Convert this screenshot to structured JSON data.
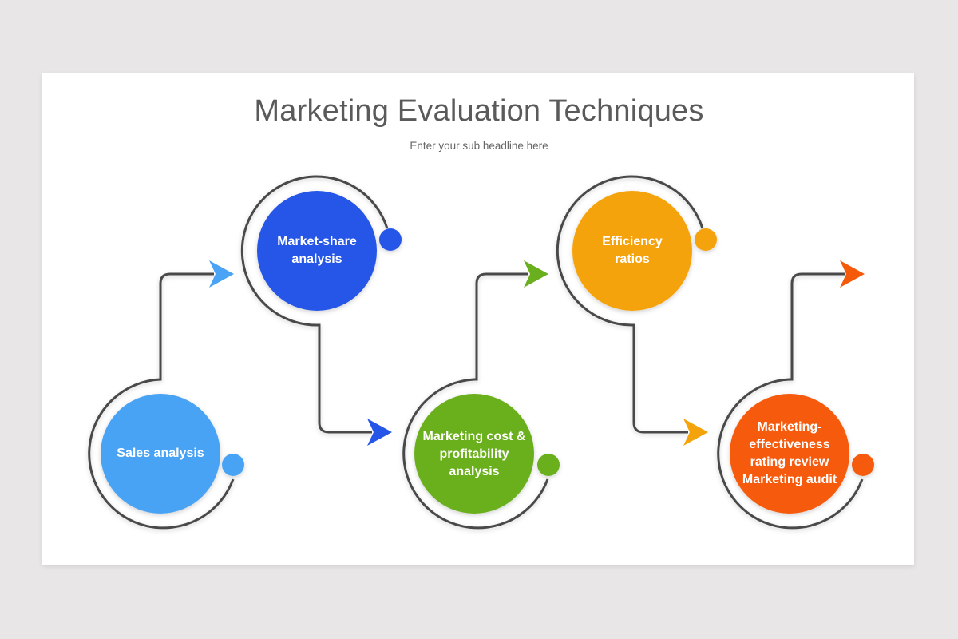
{
  "slide": {
    "title": "Marketing Evaluation Techniques",
    "subtitle": "Enter your sub headline here"
  },
  "colors": {
    "background": "#e8e6e6",
    "connector": "#4a4a4a",
    "step1": "#4aa3f5",
    "step2": "#2656e8",
    "step3": "#6aaf1e",
    "step4": "#f5a30a",
    "step5": "#f55a0a"
  },
  "steps": [
    {
      "label": "Sales analysis",
      "color": "#4aa3f5"
    },
    {
      "label": "Market-share analysis",
      "color": "#2656e8"
    },
    {
      "label": "Marketing cost & profitability analysis",
      "color": "#6aaf1e"
    },
    {
      "label": "Efficiency ratios",
      "color": "#f5a30a"
    },
    {
      "label": "Marketing-effectiveness rating review Marketing audit",
      "color": "#f55a0a"
    }
  ]
}
